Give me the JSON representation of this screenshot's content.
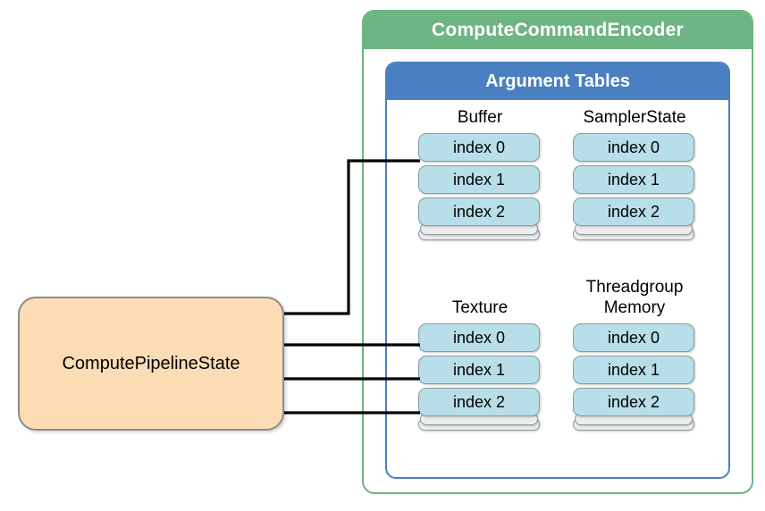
{
  "diagram": {
    "title": "ComputeCommandEncoder",
    "encoder": {
      "label": "ComputeCommandEncoder",
      "border_color": "#6DB583",
      "header_color": "#6DB583"
    },
    "argument_tables": {
      "label": "Argument Tables",
      "border_color": "#4A7FC1",
      "header_color": "#4A7FC1"
    },
    "pipeline_state": {
      "label": "ComputePipelineState",
      "fill_color": "#FBDCB4",
      "border_color": "#8C8C8C"
    },
    "slot_fill_color": "#B8DEE9",
    "slot_border_color": "#8A9BA0",
    "tables": [
      {
        "name": "buffer",
        "label": "Buffer",
        "slots": [
          "index 0",
          "index 1",
          "index 2"
        ],
        "has_more_indicator": true
      },
      {
        "name": "sampler-state",
        "label": "SamplerState",
        "slots": [
          "index 0",
          "index 1",
          "index 2"
        ],
        "has_more_indicator": true
      },
      {
        "name": "texture",
        "label": "Texture",
        "slots": [
          "index 0",
          "index 1",
          "index 2"
        ],
        "has_more_indicator": true
      },
      {
        "name": "threadgroup-memory",
        "label": "Threadgroup\nMemory",
        "slots": [
          "index 0",
          "index 1",
          "index 2"
        ],
        "has_more_indicator": true
      }
    ],
    "connections": [
      {
        "from": "ComputePipelineState",
        "to": "Buffer index 0"
      },
      {
        "from": "ComputePipelineState",
        "to": "Texture index 0"
      },
      {
        "from": "ComputePipelineState",
        "to": "Texture index 1"
      },
      {
        "from": "ComputePipelineState",
        "to": "Texture index 2"
      }
    ]
  }
}
